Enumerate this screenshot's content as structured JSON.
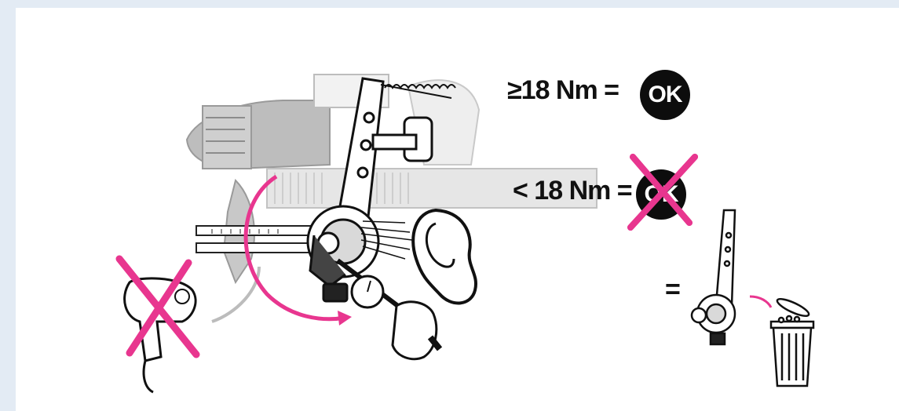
{
  "rules": {
    "ok_condition": "≥18 Nm =",
    "ok_badge": "OK",
    "bad_condition": "< 18 Nm =",
    "bad_badge": "OK",
    "discard_equals": "="
  },
  "icons": {
    "no_impact_wrench": "impact-wrench-crossed-icon",
    "listen": "ear-icon",
    "torque_gauge": "torque-gauge-icon",
    "rotation": "curved-arrow-icon",
    "rejected": "crossed-ok-badge-icon",
    "discard": "trash-bin-icon"
  },
  "colors": {
    "accent_magenta": "#e8368f",
    "ink": "#111111",
    "background_grey": "#b9b9b9"
  }
}
